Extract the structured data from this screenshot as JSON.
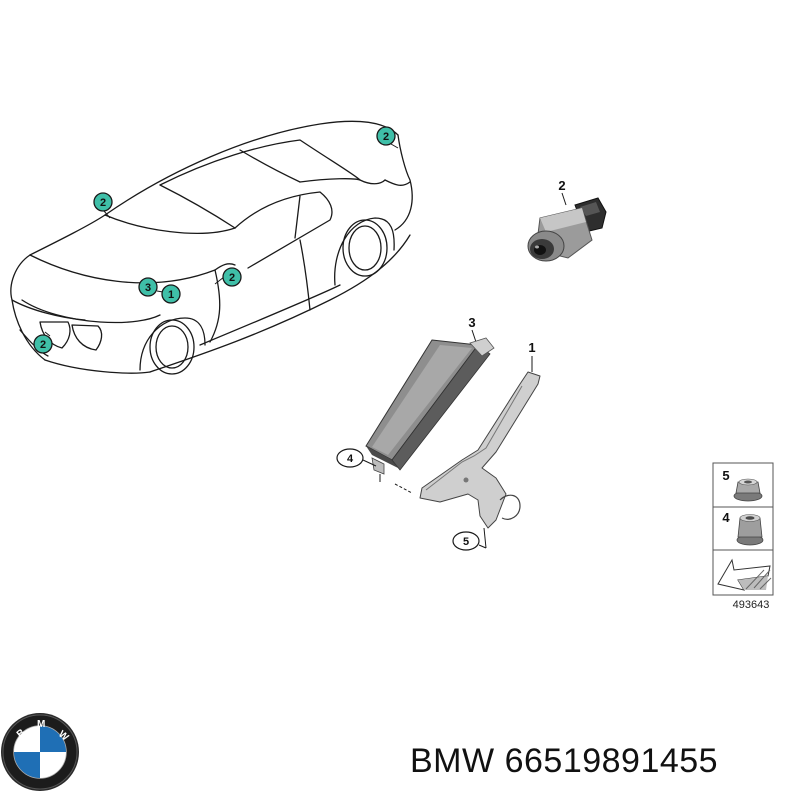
{
  "colors": {
    "callout_fill": "#3fbfa8",
    "line": "#1a1a1a",
    "part_gray": "#9a9a9a",
    "part_dark": "#3a3a3a"
  },
  "car_callouts": [
    "2",
    "2",
    "2",
    "2",
    "3",
    "1"
  ],
  "part_labels": {
    "camera": "2",
    "control_unit": "3",
    "bracket": "1",
    "nut_callout_a": "4",
    "nut_callout_b": "5"
  },
  "legend": {
    "item_top": "5",
    "item_bottom": "4",
    "reference": "493643"
  },
  "logo": {
    "letters": "BMW"
  },
  "footer": {
    "brand": "BMW",
    "part_number": "66519891455"
  }
}
